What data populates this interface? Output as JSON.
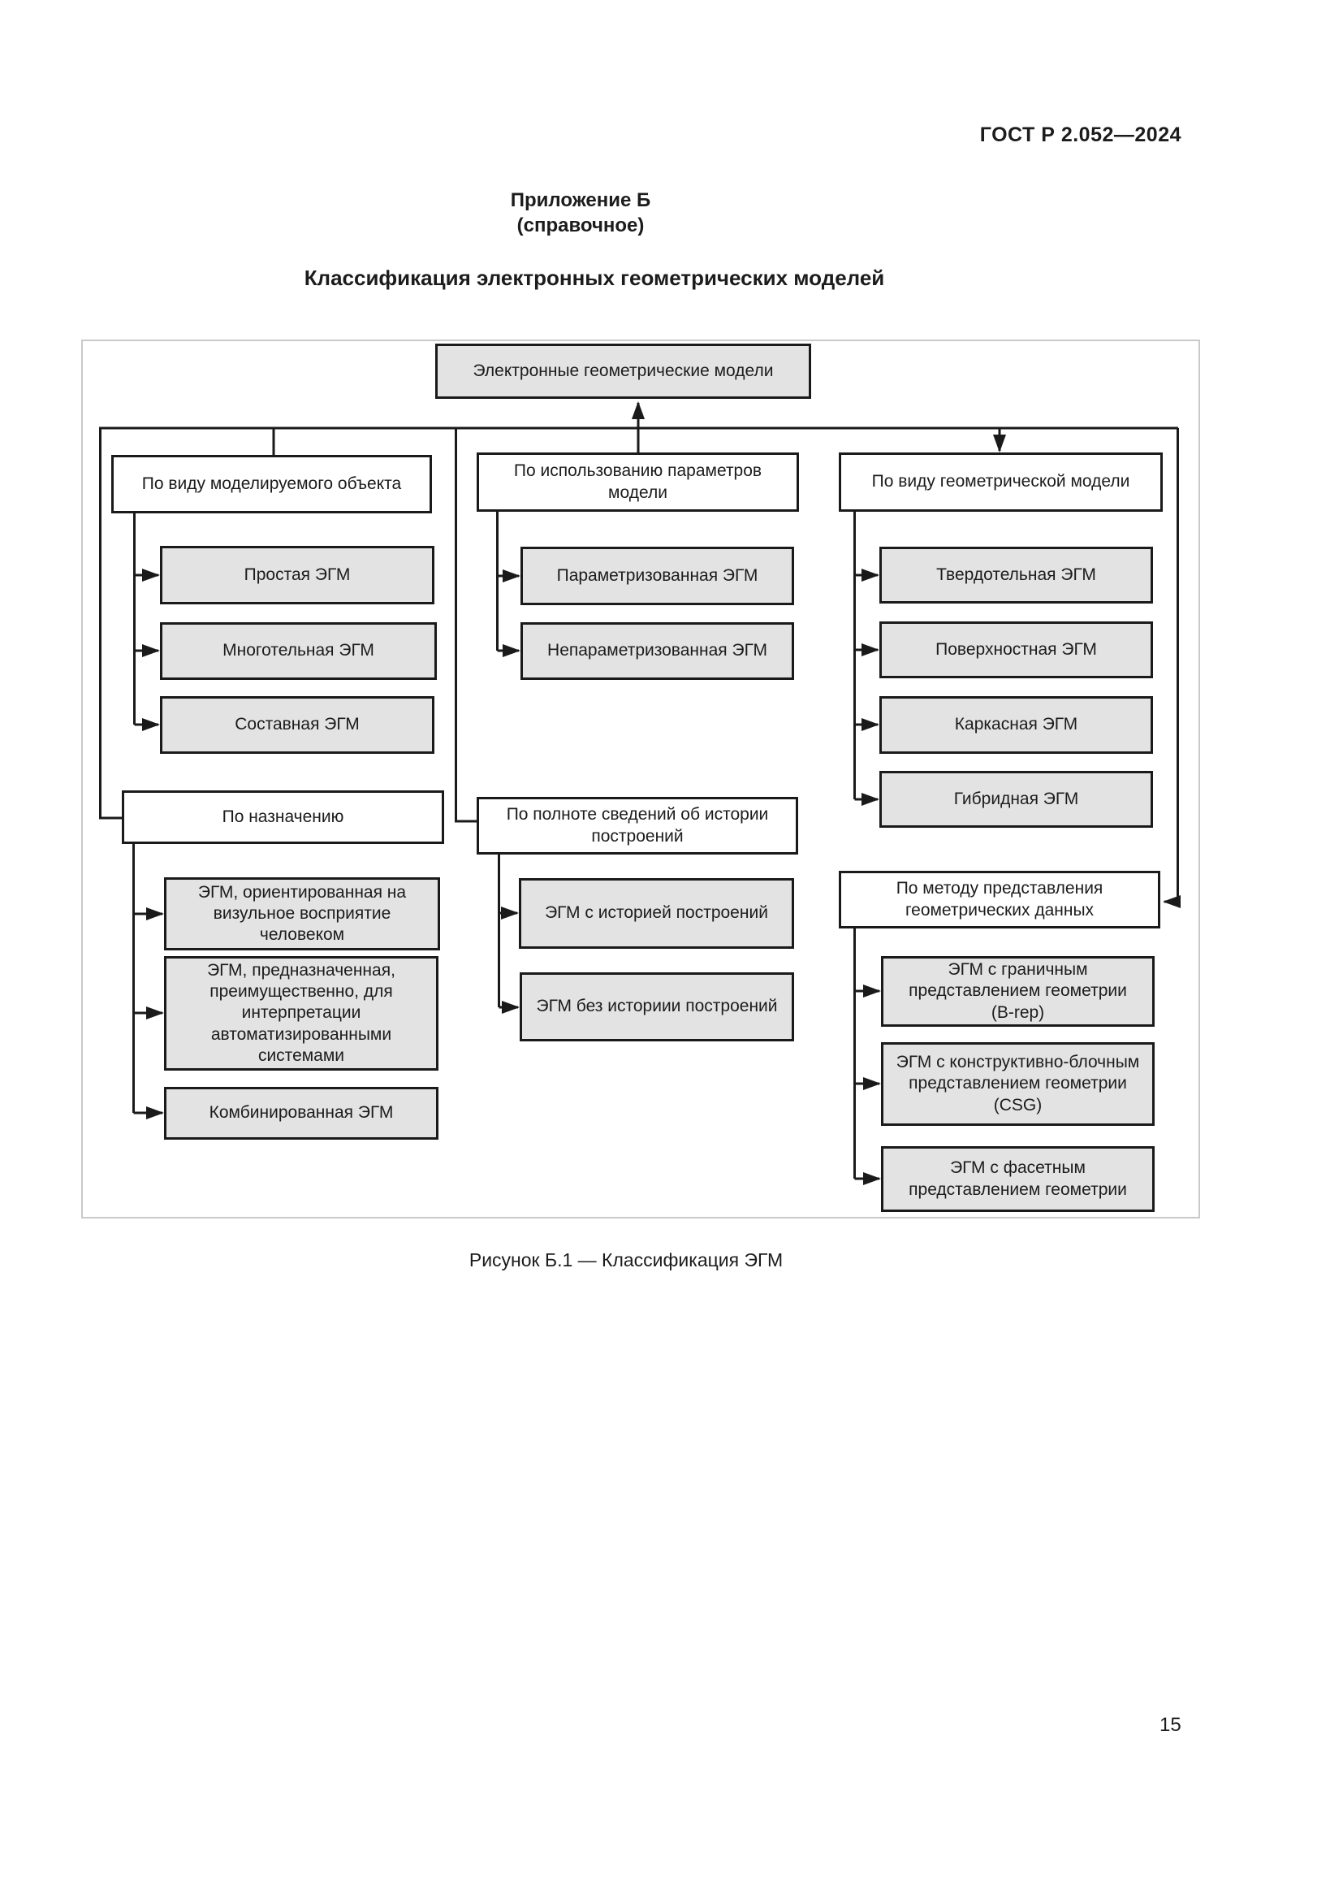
{
  "page": {
    "doc_number": "ГОСТ Р 2.052—2024",
    "page_number": "15"
  },
  "appendix": {
    "title": "Приложение Б",
    "note": "(справочное)",
    "heading": "Классификация электронных геометрических моделей"
  },
  "figure": {
    "caption": "Рисунок Б.1 — Классификация ЭГМ",
    "nodes": {
      "root": "Электронные геометрические модели",
      "by_object": "По виду моделируемого объекта",
      "simple": "Простая ЭГМ",
      "multibody": "Многотельная ЭГМ",
      "composite": "Составная ЭГМ",
      "by_purpose": "По назначению",
      "visual": "ЭГМ, ориентированная на\nвизульное восприятие\nчеловеком",
      "automated": "ЭГМ, предназначенная,\nпреимущественно, для\nинтерпретации\nавтоматизированными\nсистемами",
      "combined": "Комбинированная ЭГМ",
      "by_params": "По использованию параметров\nмодели",
      "parametrized": "Параметризованная ЭГМ",
      "nonparametrized": "Непараметризованная ЭГМ",
      "by_history": "По полноте сведений об истории\nпостроений",
      "with_history": "ЭГМ с историей построений",
      "without_history": "ЭГМ без историии построений",
      "by_geom": "По виду геометрической модели",
      "solid": "Твердотельная ЭГМ",
      "surface": "Поверхностная ЭГМ",
      "wireframe": "Каркасная ЭГМ",
      "hybrid": "Гибридная ЭГМ",
      "by_method": "По методу представления\nгеометрических данных",
      "brep": "ЭГМ с граничным\nпредставлением геометрии\n(B-rep)",
      "csg": "ЭГМ с конструктивно-блочным\nпредставлением геометрии\n(CSG)",
      "facet": "ЭГМ с фасетным\nпредставлением геометрии"
    }
  },
  "colors": {
    "node_border": "#1a1a1a",
    "node_fill_gray": "#e3e3e3",
    "connector": "#1a1a1a",
    "figure_frame": "#c9c9c9"
  }
}
